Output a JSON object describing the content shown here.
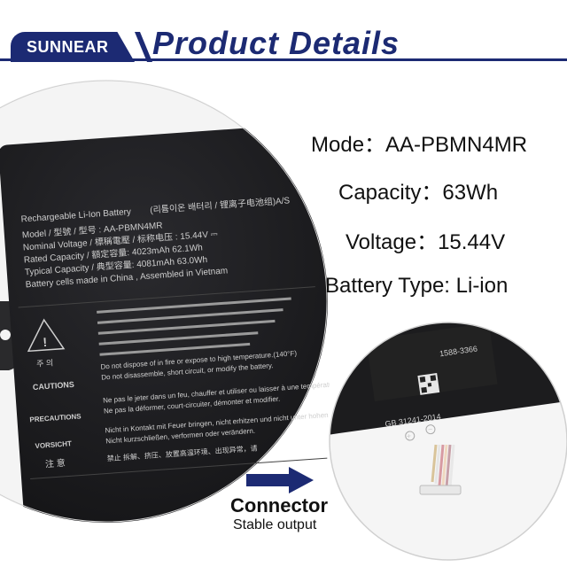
{
  "header": {
    "brand": "SUNNEAR",
    "title": "Product Details"
  },
  "specs": [
    {
      "label": "Mode：AA-PBMN4MR"
    },
    {
      "label": "Capacity：63Wh"
    },
    {
      "label": "Voltage：15.44V"
    },
    {
      "label": "Battery Type:  Li-ion"
    }
  ],
  "label_text": {
    "line1": "Rechargeable Li-Ion Battery",
    "line1b": "(리튬이온 배터리 / 锂离子电池组)",
    "line2": "Model / 型號 / 型号 : AA-PBMN4MR",
    "line3": "Nominal Voltage / 標稱電壓 / 标称电压 : 15.44V ⎓",
    "line4": "Rated Capacity / 額定容量: 4023mAh 62.1Wh",
    "line5": "Typical Capacity / 典型容量: 4081mAh 63.0Wh",
    "line6": "Battery cells made in China , Assembled in Vietnam",
    "corner": "A/S",
    "warn1": "주 의",
    "warn2": "CAUTIONS",
    "warn3": "PRECAUTIONS",
    "warn4": "VORSICHT",
    "warn5": "注 意",
    "w1": "Do not dispose of in fire or expose to high temperature.(140°F)",
    "w2": "Do not disassemble, short circuit, or modify the battery.",
    "w3": "Ne pas le jeter dans un feu, chauffer et utiliser ou laisser à une température élevée.",
    "w4": "Ne pas la déformer, court-circuiter, démonter et modifier.",
    "w5": "Nicht in Kontakt mit Feuer bringen, nicht erhitzen und nicht unter hohen Temperatur",
    "w6": "Nicht kurzschließen, verformen oder verändern.",
    "w7": "禁止 拆解、挤压、放置高温环境、出现异常，请",
    "circle1": "GB 31241-2014",
    "circle2": "1588-3366"
  },
  "connector": {
    "title": "Connector",
    "subtitle": "Stable output"
  },
  "colors": {
    "brand_navy": "#1c2a73",
    "battery_black": "#1b1b1d",
    "label_text": "#c9c9c9"
  }
}
